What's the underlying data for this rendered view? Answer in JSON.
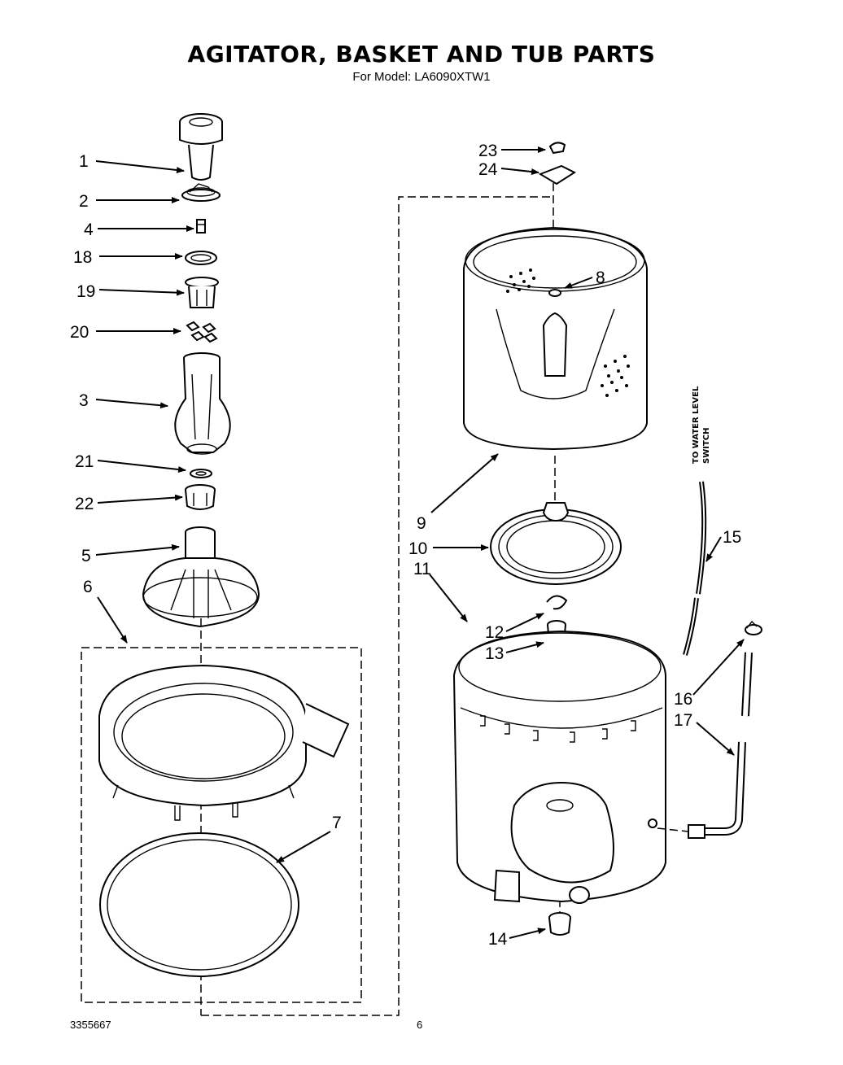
{
  "header": {
    "title": "AGITATOR, BASKET AND TUB PARTS",
    "subtitle": "For Model: LA6090XTW1"
  },
  "callouts": {
    "c1": "1",
    "c2": "2",
    "c3": "3",
    "c4": "4",
    "c5": "5",
    "c6": "6",
    "c7": "7",
    "c8": "8",
    "c9": "9",
    "c10": "10",
    "c11": "11",
    "c12": "12",
    "c13": "13",
    "c14": "14",
    "c15": "15",
    "c16": "16",
    "c17": "17",
    "c18": "18",
    "c19": "19",
    "c20": "20",
    "c21": "21",
    "c22": "22",
    "c23": "23",
    "c24": "24"
  },
  "side_note": {
    "line1": "TO WATER LEVEL",
    "line2": "SWITCH"
  },
  "footer": {
    "doc_number": "3355667",
    "page_number": "6"
  }
}
